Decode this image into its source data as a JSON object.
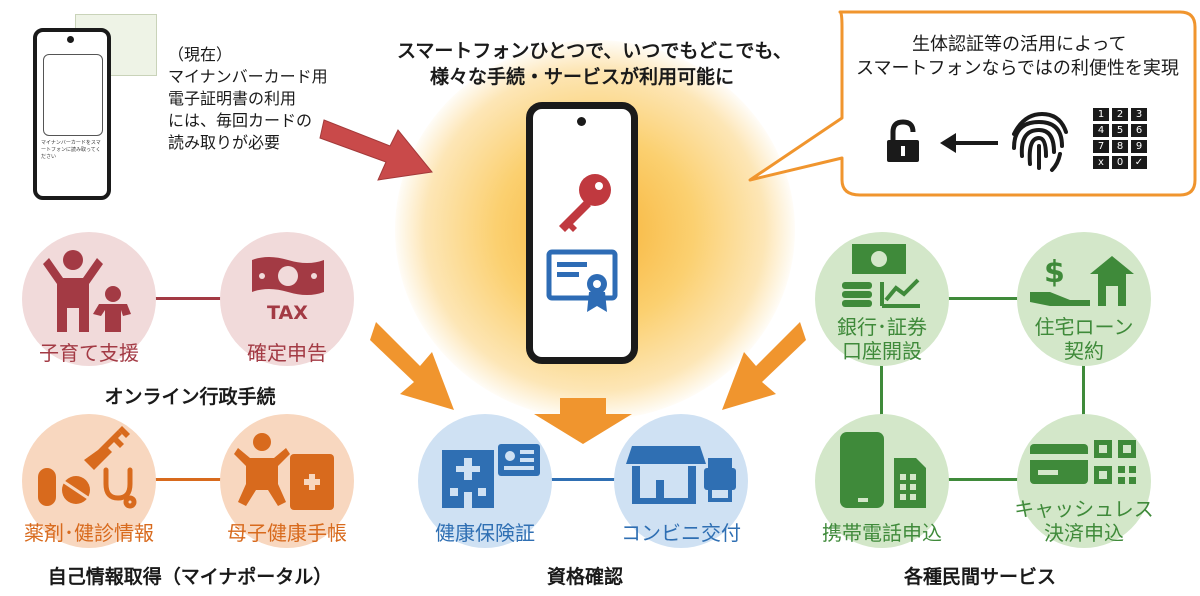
{
  "headline": {
    "line1": "スマートフォンひとつで、いつでもどこでも、",
    "line2": "様々な手続・サービスが利用可能に"
  },
  "current_note": {
    "lines": [
      "（現在）",
      "マイナンバーカード用",
      "電子証明書の利用",
      "には、毎回カードの",
      "読み取りが必要"
    ],
    "card_text": "マイナンバーカードをスマートフォンに読み取ってください"
  },
  "bubble": {
    "line1": "生体認証等の活用によって",
    "line2": "スマートフォンならではの利便性を実現",
    "keypad": [
      "1",
      "2",
      "3",
      "4",
      "5",
      "6",
      "7",
      "8",
      "9",
      "x",
      "0",
      "✓"
    ]
  },
  "admin": {
    "category": "オンライン行政手続",
    "items": [
      "子育て支援",
      "確定申告"
    ],
    "tax_label": "TAX"
  },
  "self_info": {
    "category": "自己情報取得（マイナポータル）",
    "items": [
      "薬剤･健診情報",
      "母子健康手帳"
    ]
  },
  "qualification": {
    "category": "資格確認",
    "items": [
      "健康保険証",
      "コンビニ交付"
    ]
  },
  "private": {
    "category": "各種民間サービス",
    "items": [
      {
        "line1": "銀行･証券",
        "line2": "口座開設"
      },
      {
        "line1": "住宅ローン",
        "line2": "契約"
      },
      {
        "line1": "携帯電話申込",
        "line2": ""
      },
      {
        "line1": "キャッシュレス",
        "line2": "決済申込"
      }
    ]
  },
  "colors": {
    "admin": "#a33a44",
    "admin_bg": "#f1dada",
    "self": "#d86a1d",
    "self_bg": "#f8d7bf",
    "qual": "#2f6fb3",
    "qual_bg": "#cfe1f3",
    "private": "#3f8a3a",
    "private_bg": "#d3e7c9",
    "arrow_orange": "#f0952e",
    "arrow_red": "#c94a4a"
  }
}
